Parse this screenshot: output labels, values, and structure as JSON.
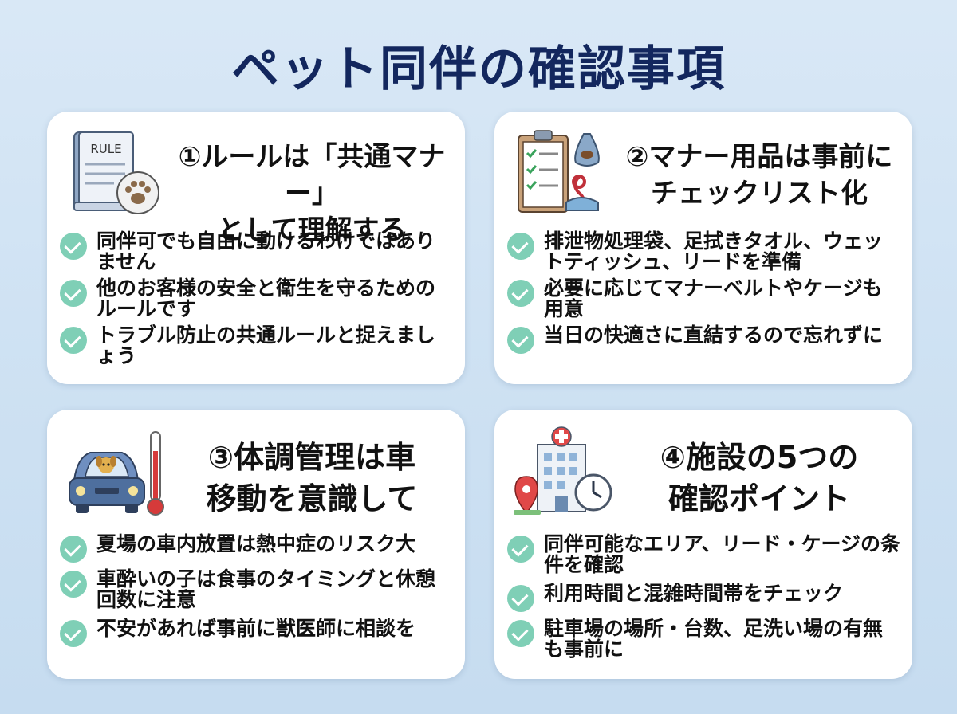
{
  "page": {
    "title": "ペット同伴の確認事項"
  },
  "colors": {
    "title": "#13275e",
    "check": "#7fcfb6",
    "card": "#ffffff",
    "background": "#cfe2f3"
  },
  "cards": [
    {
      "title_line1": "①ルールは「共通マナー」",
      "title_line2": "として理解する",
      "icon_label": "RULE",
      "icon": "rule-book-paw-icon",
      "items": [
        "同伴可でも自由に動けるわけではありません",
        "他のお客様の安全と衛生を守るためのルールです",
        "トラブル防止の共通ルールと捉えましょう"
      ]
    },
    {
      "title_line1": "②マナー用品は事前に",
      "title_line2": "チェックリスト化",
      "icon": "checklist-clipboard-icon",
      "items": [
        "排泄物処理袋、足拭きタオル、ウェットティッシュ、リードを準備",
        "必要に応じてマナーベルトやケージも用意",
        "当日の快適さに直結するので忘れずに"
      ]
    },
    {
      "title_line1": "③体調管理は車",
      "title_line2": "移動を意識して",
      "icon": "car-dog-thermometer-icon",
      "items": [
        "夏場の車内放置は熱中症のリスク大",
        "車酔いの子は食事のタイミングと休憩回数に注意",
        "不安があれば事前に獣医師に相談を"
      ]
    },
    {
      "title_line1": "④施設の5つの",
      "title_line2": "確認ポイント",
      "icon": "facility-clock-pin-icon",
      "items": [
        "同伴可能なエリア、リード・ケージの条件を確認",
        "利用時間と混雑時間帯をチェック",
        "駐車場の場所・台数、足洗い場の有無も事前に"
      ]
    }
  ]
}
